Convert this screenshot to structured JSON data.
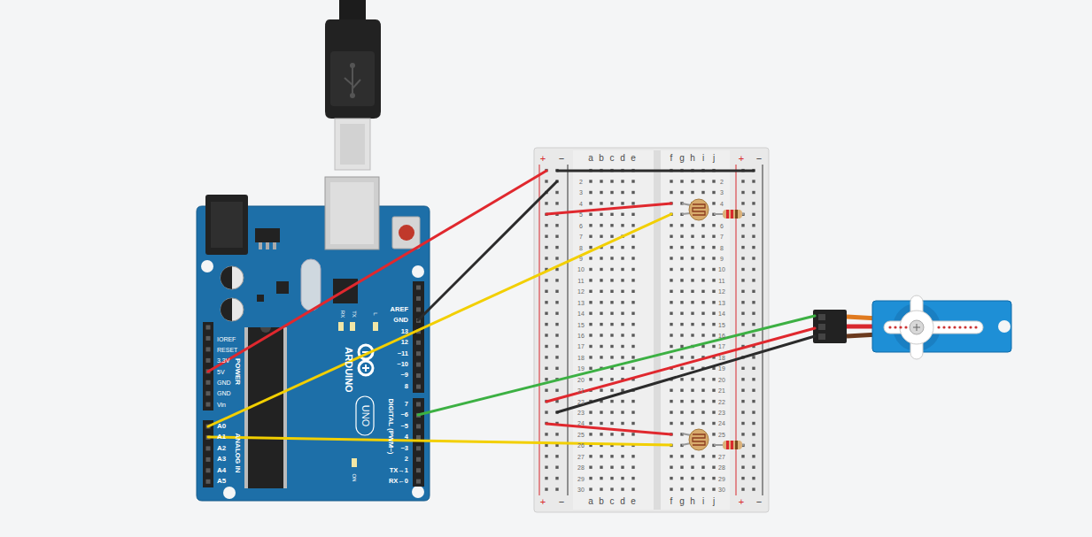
{
  "diagram": {
    "labels": [
      "IOREF",
      "RESET",
      "3.3V",
      "5V",
      "GND",
      "GND",
      "Vin",
      "POWER",
      "A0",
      "A1",
      "A2",
      "A3",
      "A4",
      "A5",
      "ANALOG IN",
      "AREF",
      "GND",
      "13",
      "12",
      "~11",
      "~10",
      "~9",
      "8",
      "7",
      "~6",
      "~5",
      "4",
      "~3",
      "2",
      "TX→1",
      "RX←0",
      "DIGITAL (PWM~)",
      "ARDUINO",
      "UNO",
      "RX",
      "TX",
      "L",
      "ON",
      "+",
      "−",
      "a",
      "b",
      "c",
      "d",
      "e",
      "f",
      "g",
      "h",
      "i",
      "j",
      "+",
      "−",
      "+",
      "−",
      "a",
      "b",
      "c",
      "d",
      "e",
      "f",
      "g",
      "h",
      "i",
      "j",
      "+",
      "−",
      "2",
      "3",
      "4",
      "5",
      "6",
      "7",
      "8",
      "9",
      "10",
      "11",
      "12",
      "13",
      "14",
      "15",
      "16",
      "17",
      "18",
      "19",
      "20",
      "21",
      "22",
      "23",
      "24",
      "25",
      "26",
      "27",
      "28",
      "29",
      "30",
      "2",
      "3",
      "4",
      "6",
      "7",
      "8",
      "9",
      "10",
      "11",
      "12",
      "13",
      "14",
      "15",
      "16",
      "17",
      "18",
      "19",
      "20",
      "21",
      "22",
      "23",
      "24",
      "25",
      "27",
      "28",
      "29",
      "30"
    ]
  }
}
